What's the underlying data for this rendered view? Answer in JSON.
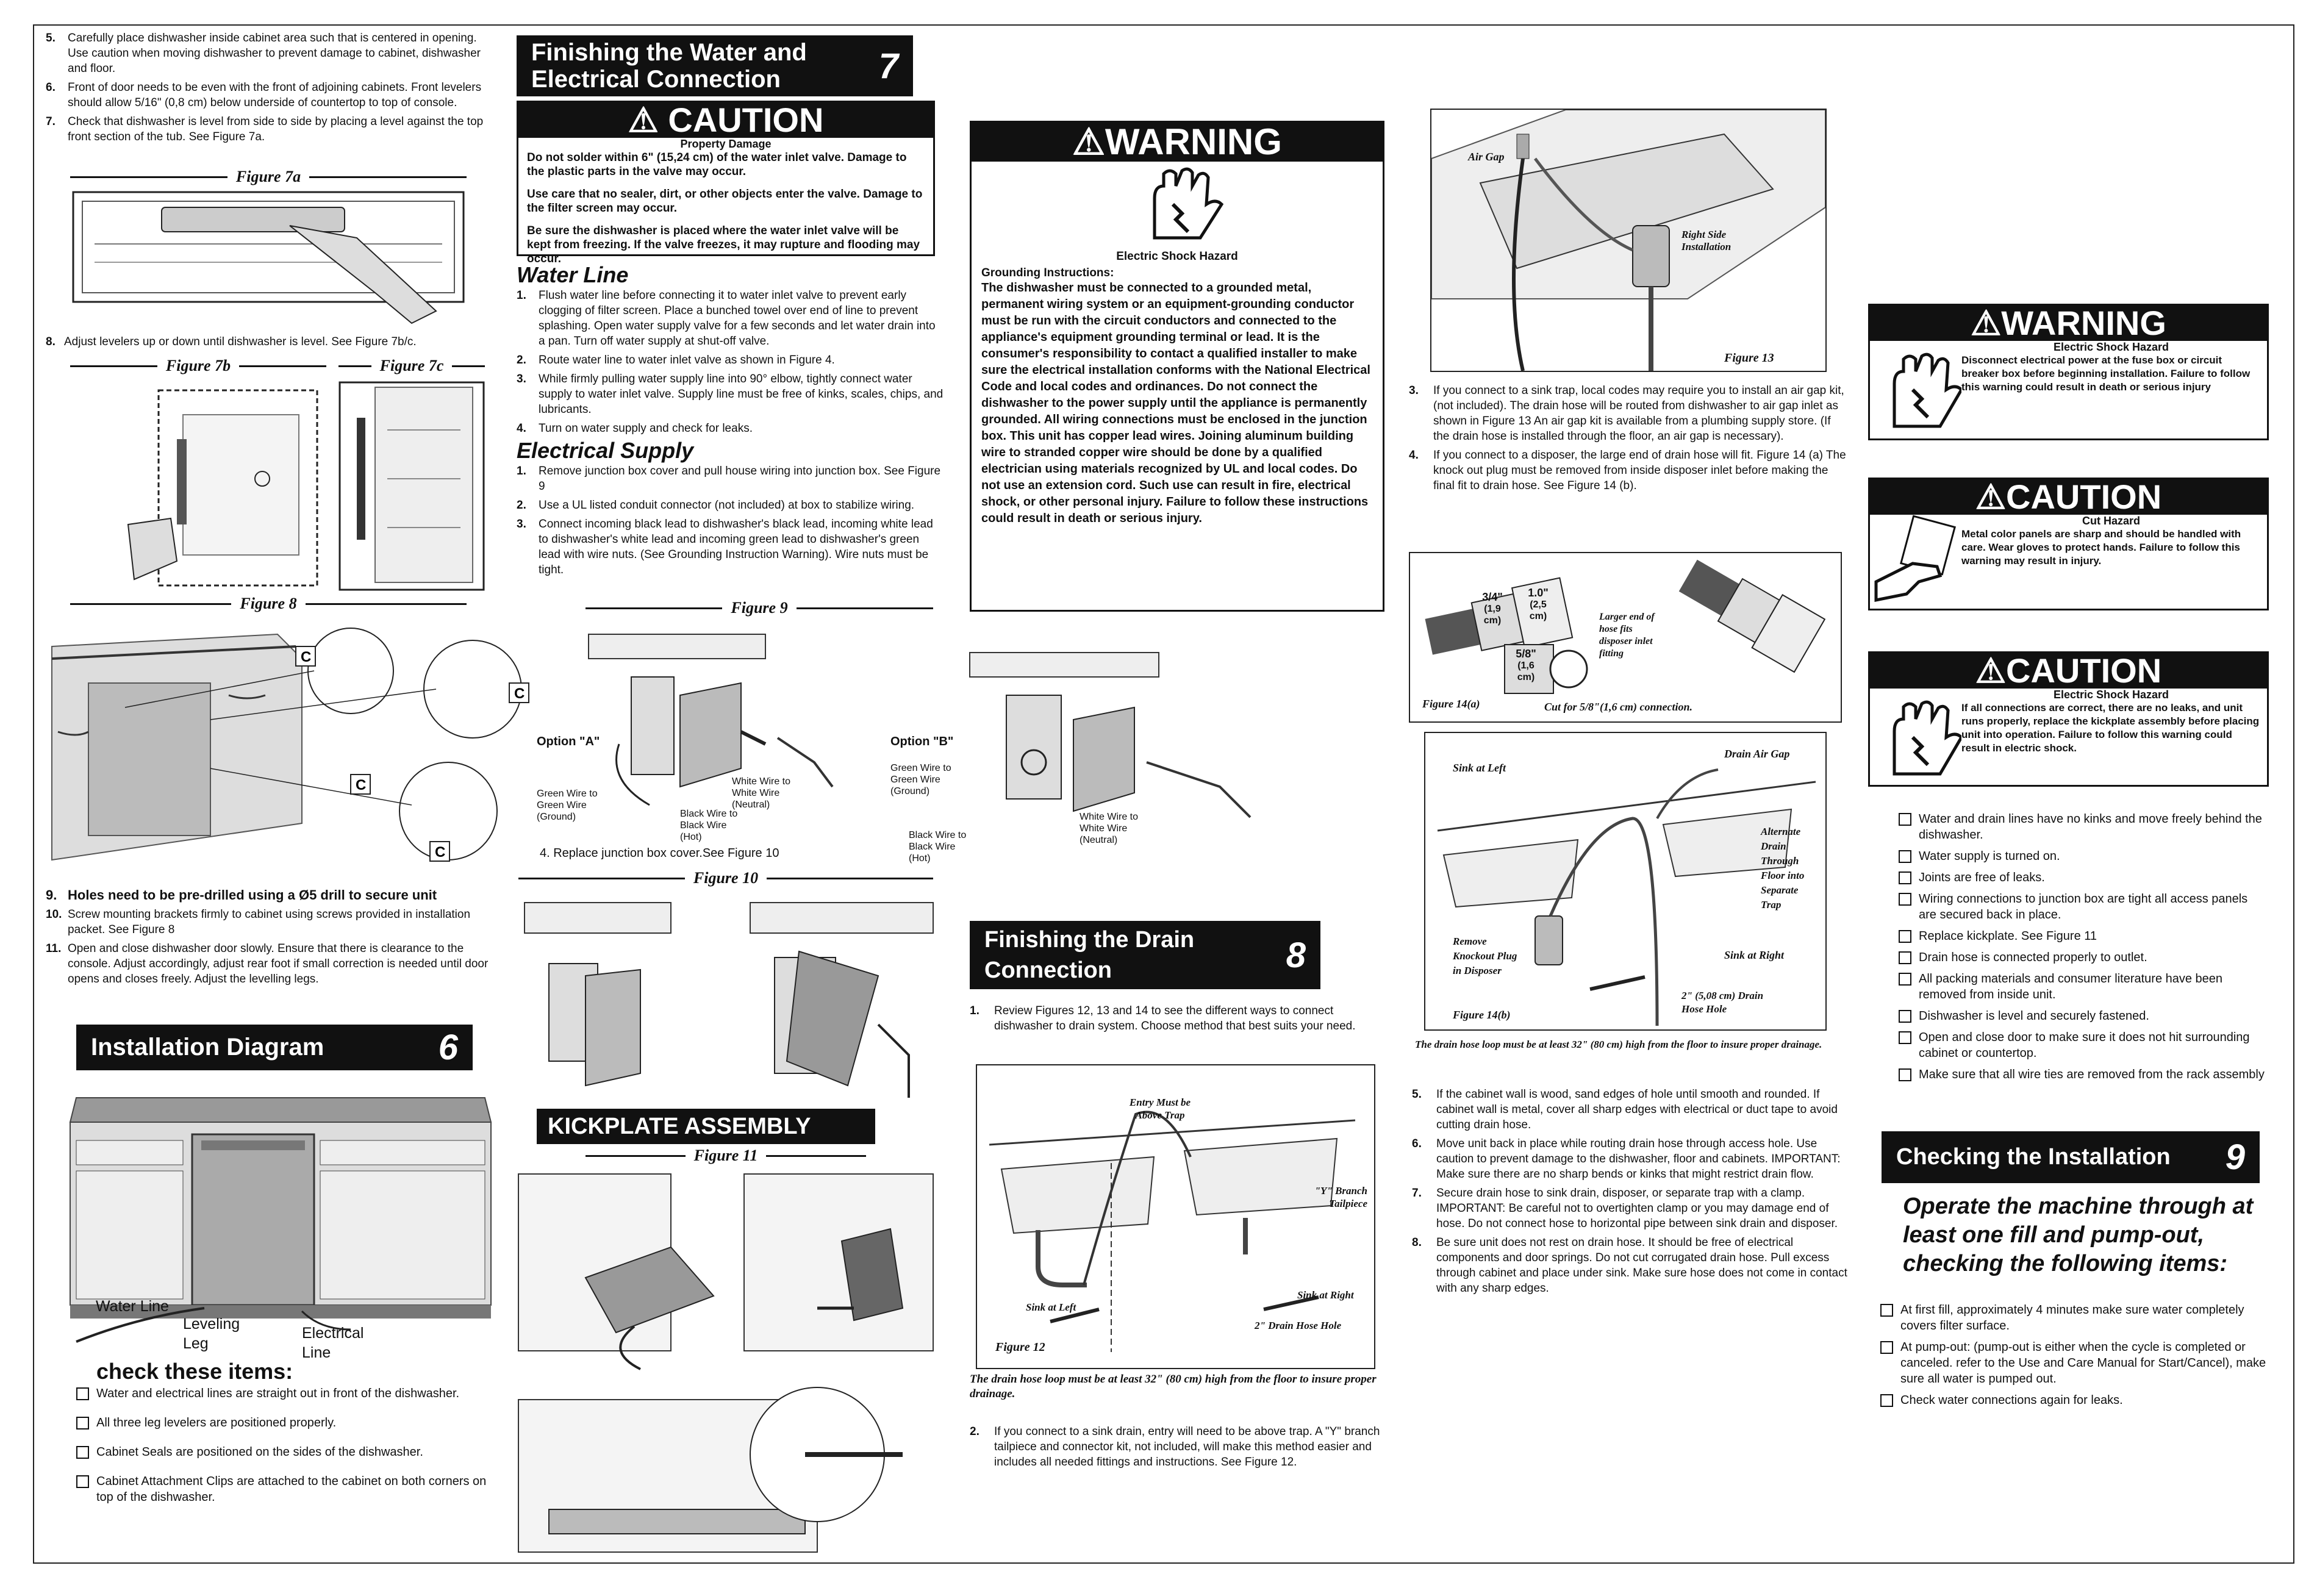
{
  "col1": {
    "steps_top": [
      {
        "n": "5.",
        "t": "Carefully place dishwasher inside cabinet area such that is centered in opening.  Use caution when moving dishwasher to prevent damage to cabinet, dishwasher and floor."
      },
      {
        "n": "6.",
        "t": "Front of door needs to be even with the front of adjoining cabinets. Front levelers should allow 5/16\" (0,8 cm) below underside of countertop to top of console."
      },
      {
        "n": "7.",
        "t": "Check that dishwasher is level from side to side by  placing a level against the top front section of the tub. See Figure 7a."
      }
    ],
    "fig7a": "Figure 7a",
    "step8": {
      "n": "8.",
      "t": "Adjust levelers up or down until dishwasher is level.  See Figure 7b/c."
    },
    "fig7b": "Figure 7b",
    "fig7c": "Figure 7c",
    "fig8": "Figure 8",
    "steps_mid": [
      {
        "n": "9.",
        "t": "Holes need to be pre-drilled using a Ø5 drill to secure unit"
      },
      {
        "n": "10.",
        "t": "Screw mounting brackets firmly to cabinet  using screws provided in installation packet. See Figure 8"
      },
      {
        "n": "11.",
        "t": "Open and close dishwasher door slowly. Ensure that there is clearance to the console.  Adjust accordingly, adjust rear foot if small correction is needed until door opens and closes freely. Adjust the levelling legs."
      }
    ],
    "install_title": "Installation  Diagram",
    "install_num": "6",
    "labels": {
      "water": "Water Line",
      "leveling": "Leveling Leg",
      "electrical": "Electrical Line"
    },
    "check_title": "check these items:",
    "checks": [
      "Water and electrical lines are straight out in front of the dishwasher.",
      "All three leg levelers are positioned properly.",
      "Cabinet Seals are positioned on the sides  of the dishwasher.",
      "Cabinet Attachment Clips are attached to the cabinet on both corners on top of the dishwasher."
    ]
  },
  "col2": {
    "sec_title_1": "Finishing  the  Water  and",
    "sec_title_2": "Electrical  Connection",
    "sec_num": "7",
    "caution_word": "CAUTION",
    "caution_sub": "Property Damage",
    "caution_lines": [
      "Do not solder within 6\" (15,24 cm) of the water inlet valve. Damage to the plastic parts in the valve may occur.",
      "Use care that no sealer, dirt, or other objects enter the valve. Damage to the filter screen may occur.",
      "Be sure the dishwasher is placed where the water inlet valve will be kept from freezing. If the valve freezes, it may rupture and flooding may occur."
    ],
    "water_line_title": "Water Line",
    "water_steps": [
      {
        "n": "1.",
        "t": "Flush water line before connecting it to water inlet valve to prevent early clogging of filter screen. Place a bunched towel over end of line to prevent splashing. Open water supply valve for a few seconds and let water drain into a pan.  Turn off water supply at shut-off valve."
      },
      {
        "n": "2.",
        "t": "Route water line to water inlet valve as shown in Figure 4."
      },
      {
        "n": "3.",
        "t": "While firmly pulling water supply line into 90°  elbow, tightly connect water supply to water inlet valve. Supply line must be free of kinks, scales, chips, and lubricants."
      },
      {
        "n": "4.",
        "t": "Turn on water supply and check for leaks."
      }
    ],
    "elec_title": "Electrical Supply",
    "elec_steps": [
      {
        "n": "1.",
        "t": "Remove junction box cover and pull house wiring into junction box. See Figure 9"
      },
      {
        "n": "2.",
        "t": "Use a UL listed conduit connector (not included) at box to stabilize wiring."
      },
      {
        "n": "3.",
        "t": "Connect incoming black lead to dishwasher's black lead, incoming white lead to dishwasher's white lead and incoming green lead to dishwasher's green lead with wire nuts. (See Grounding Instruction Warning).  Wire nuts must be tight."
      }
    ],
    "fig9": "Figure 9",
    "optA": "Option \"A\"",
    "optB": "Option \"B\"",
    "wiresA": {
      "green": "Green Wire to Green Wire (Ground)",
      "white": "White Wire to White Wire (Neutral)",
      "black": "Black Wire to Black Wire (Hot)"
    },
    "wiresB": {
      "green": "Green Wire to Green Wire (Ground)",
      "white": "White Wire to White Wire (Neutral)",
      "black": "Black Wire to Black Wire (Hot)"
    },
    "step4": "4.    Replace junction box cover.See Figure 10",
    "fig10": "Figure 10",
    "kickplate": "KICKPLATE ASSEMBLY",
    "fig11": "Figure 11"
  },
  "col3": {
    "warning_word": "WARNING",
    "warn_title": "Electric Shock Hazard",
    "warn_head": "Grounding Instructions:",
    "warn_text": "The dishwasher must be connected to a grounded metal, permanent wiring system or an equipment-grounding conductor must be run with the circuit conductors and connected to the appliance's equipment grounding terminal or lead. It is the consumer's responsibility to contact a qualified installer to make sure the electrical installation conforms with the National Electrical Code and local codes and ordinances. Do not connect the dishwasher to the power supply until the appliance is permanently grounded. All wiring connections must be enclosed in the junction box. This unit has copper lead wires. Joining aluminum building wire to stranded copper wire should be done by a qualified electrician using materials recognized by UL and local codes. Do not use an extension cord. Such use can result in fire, electrical shock, or other personal injury. Failure to follow these instructions could result in death or serious injury.",
    "sec8_title_1": "Finishing the Drain",
    "sec8_title_2": "Connection",
    "sec8_num": "8",
    "step1": {
      "n": "1.",
      "t": "Review  Figures  12, 13 and 14  to see the different ways to connect dishwasher to drain system. Choose method that best suits your need."
    },
    "fig12": {
      "entry": "Entry Must be Above Trap",
      "y": "\"Y\" Branch Tailpiece",
      "left": "Sink at Left",
      "right": "Sink at Right",
      "hole": "2\" Drain Hose Hole",
      "label": "Figure  12"
    },
    "caption12": "The drain hose loop must be at least 32\" (80 cm) high from the floor to insure proper drainage.",
    "step2": {
      "n": "2.",
      "t": "If you connect to a sink drain, entry will need to be above trap. A \"Y\" branch tailpiece and connector kit, not included, will make this method easier and includes all needed fittings and instructions.  See Figure 12."
    }
  },
  "col4": {
    "fig13": {
      "airgap": "Air  Gap",
      "right": "Right Side Installation",
      "label": "Figure  13"
    },
    "steps_a": [
      {
        "n": "3.",
        "t": "If you connect to a sink trap, local codes may require you to install an air gap kit, (not included). The drain hose will be routed from dishwasher to air gap inlet as shown in Figure 13 An air gap kit is available from a plumbing supply store. (If the drain hose is installed through the floor, an air gap is necessary)."
      },
      {
        "n": "4.",
        "t": "If you connect to a disposer, the large end of drain hose will fit. Figure 14 (a)  The knock out plug must be removed from inside disposer inlet before making the final fit to drain hose. See Figure 14 (b)."
      }
    ],
    "fig14a": {
      "d1": "3/4\"",
      "d1cm": "(1,9 cm)",
      "d2": "1.0\"",
      "d2cm": "(2,5 cm)",
      "d3": "5/8\"",
      "d3cm": "(1,6 cm)",
      "note": "Larger end of hose fits disposer inlet fitting",
      "label": "Figure  14(a)",
      "cut": "Cut for 5/8\"(1,6 cm) connection."
    },
    "fig14b": {
      "left": "Sink at Left",
      "airgap": "Drain Air Gap",
      "alt": "Alternate Drain Through Floor into Separate Trap",
      "remove": "Remove Knockout Plug in Disposer",
      "right": "Sink at Right",
      "hole": "2\" (5,08 cm) Drain Hose Hole",
      "label": "Figure  14(b)"
    },
    "caption14": "The drain hose loop must be at least 32\" (80 cm) high from the floor to insure proper drainage.",
    "steps_b": [
      {
        "n": "5.",
        "t": "If the cabinet wall is wood, sand edges of hole until smooth and rounded. If cabinet wall is metal, cover all sharp edges with electrical or duct tape to avoid cutting drain hose."
      },
      {
        "n": "6.",
        "t": "Move unit back in place while routing drain hose through access hole. Use caution to prevent damage to the dishwasher, floor and cabinets. IMPORTANT:  Make sure there are no sharp bends or kinks that might restrict drain flow."
      },
      {
        "n": "7.",
        "t": "Secure drain hose to sink drain, disposer, or separate trap with a clamp. IMPORTANT: Be careful not to overtighten clamp or you may damage end of hose. Do not connect hose to horizontal pipe between sink drain and disposer."
      },
      {
        "n": "8.",
        "t": "Be sure unit does not rest on drain hose. It should be free of electrical components and door springs. Do not cut corrugated drain hose.  Pull excess through cabinet and place under sink. Make sure hose does not come in contact with any sharp edges."
      }
    ]
  },
  "col5": {
    "warn": {
      "word": "WARNING",
      "title": "Electric Shock Hazard",
      "text": "Disconnect electrical power at the fuse box or circuit breaker box before beginning installation. Failure to follow this warning could result in death or serious injury"
    },
    "caution1": {
      "word": "CAUTION",
      "title": "Cut Hazard",
      "text": "Metal color panels are sharp and should be handled with care. Wear gloves to protect hands. Failure to follow this warning may result in injury."
    },
    "caution2": {
      "word": "CAUTION",
      "title": "Electric Shock Hazard",
      "text": "If all connections are correct, there are no leaks, and unit runs properly, replace the kickplate assembly before placing unit into operation. Failure to follow this warning could result in electric shock."
    },
    "checks": [
      "Water and drain lines have no kinks and move freely behind the dishwasher.",
      "Water supply is turned on.",
      "Joints are free of leaks.",
      "Wiring connections to junction box are tight all access panels are secured back in place.",
      "Replace kickplate. See Figure 11",
      "Drain hose is connected properly to outlet.",
      "All packing materials and consumer literature have been removed from inside unit.",
      "Dishwasher is level and securely fastened.",
      "Open and close door to make sure it does not hit surrounding cabinet or countertop.",
      "Make sure that all wire ties are removed from the rack assembly"
    ],
    "sec9_title": "Checking the Installation",
    "sec9_num": "9",
    "operate": "Operate the machine through at least one fill and pump-out, checking the following items:",
    "final_checks": [
      "At first fill, approximately 4 minutes make sure water completely covers filter surface.",
      "At pump-out: (pump-out is either when the cycle is completed or canceled. refer to the Use and Care Manual for Start/Cancel), make sure all water is pumped out.",
      "Check water connections again for leaks."
    ]
  }
}
